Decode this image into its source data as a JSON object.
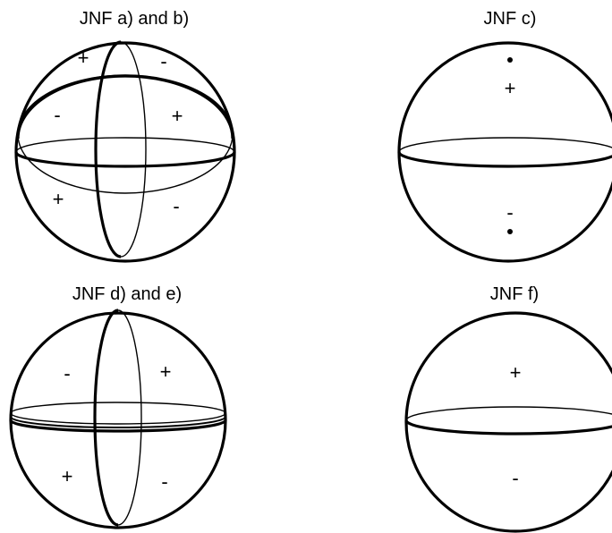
{
  "panels": {
    "ab": {
      "title": "JNF a) and b)",
      "signs": [
        "+",
        "-",
        "-",
        "+",
        "+",
        "-"
      ]
    },
    "c": {
      "title": "JNF c)",
      "signs": [
        "+",
        "-"
      ]
    },
    "de": {
      "title": "JNF d) and e)",
      "signs": [
        "-",
        "+",
        "+",
        "-"
      ]
    },
    "f": {
      "title": "JNF f)",
      "signs": [
        "+",
        "-"
      ]
    }
  }
}
